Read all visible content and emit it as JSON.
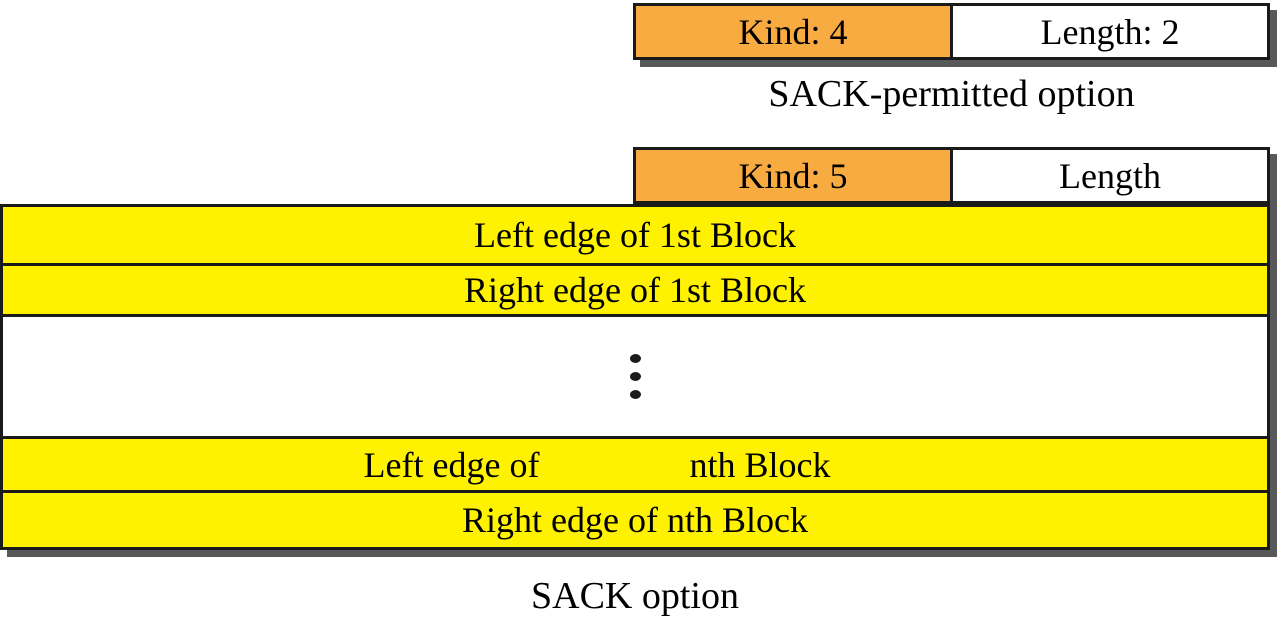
{
  "colors": {
    "orange": "#F8AB41",
    "yellow": "#FFF200",
    "shadow": "#58595B",
    "border": "#1A1A1A"
  },
  "sack_permitted_option": {
    "kind_label": "Kind: 4",
    "length_label": "Length: 2",
    "caption": "SACK-permitted option"
  },
  "sack_option": {
    "kind_label": "Kind: 5",
    "length_label": "Length",
    "rows": {
      "left_1st": "Left edge of 1st Block",
      "right_1st": "Right edge of 1st Block",
      "left_nth_part1": "Left edge of",
      "left_nth_part2": "nth Block",
      "right_nth": "Right edge of nth Block"
    },
    "caption": "SACK option"
  }
}
